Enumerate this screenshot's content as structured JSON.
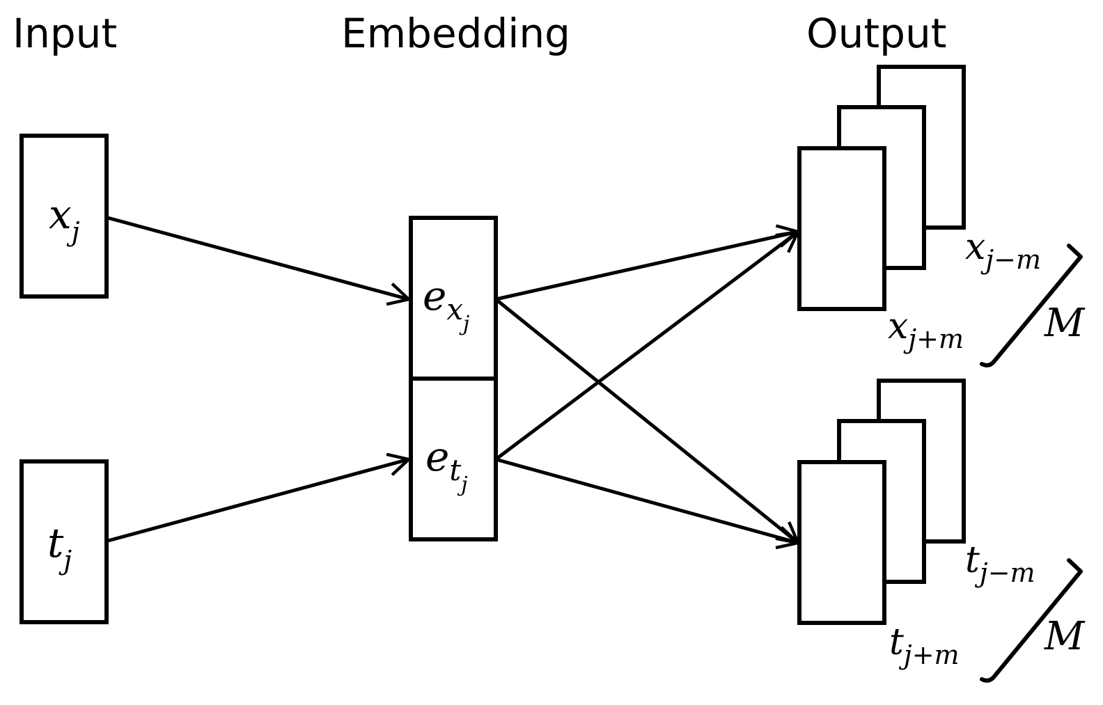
{
  "headers": {
    "input": "Input",
    "embedding": "Embedding",
    "output": "Output"
  },
  "inputs": {
    "x": {
      "base": "x",
      "sub": "j"
    },
    "t": {
      "base": "t",
      "sub": "j"
    }
  },
  "embeddings": {
    "x": {
      "base": "e",
      "sub": "x",
      "subsub": "j"
    },
    "t": {
      "base": "e",
      "sub": "t",
      "subsub": "j"
    }
  },
  "outputs": {
    "x": {
      "back": {
        "base": "x",
        "sub": "j−m"
      },
      "front": {
        "base": "x",
        "sub": "j+m"
      },
      "count": "M"
    },
    "t": {
      "back": {
        "base": "t",
        "sub": "j−m"
      },
      "front": {
        "base": "t",
        "sub": "j+m"
      },
      "count": "M"
    }
  }
}
